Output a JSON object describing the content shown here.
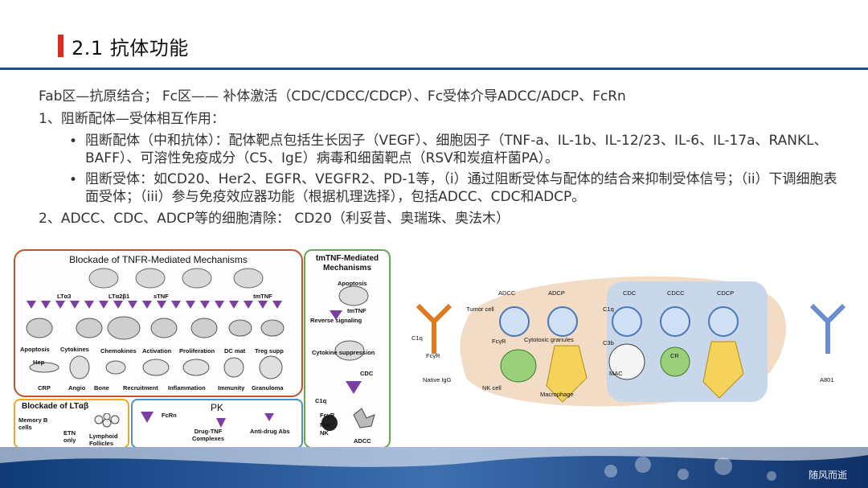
{
  "header": {
    "title": "2.1  抗体功能"
  },
  "content": {
    "line1": "Fab区—抗原结合；  Fc区—— 补体激活（CDC/CDCC/CDCP）、Fc受体介导ADCC/ADCP、FcRn",
    "line2": "1、阻断配体—受体相互作用：",
    "bullet1": "阻断配体（中和抗体）：配体靶点包括生长因子（VEGF）、细胞因子（TNF-a、IL-1b、IL-12/23、IL-6、IL-17a、RANKL、BAFF）、可溶性免疫成分（C5、IgE）病毒和细菌靶点（RSV和炭疽杆菌PA）。",
    "bullet2": "阻断受体：如CD20、Her2、EGFR、VEGFR2、PD-1等，（i）通过阻断受体与配体的结合来抑制受体信号；（ii）下调细胞表面受体；（iii）参与免疫效应器功能（根据机理选择），包括ADCC、CDC和ADCP。",
    "line3": "2、ADCC、CDC、ADCP等的细胞清除： CD20（利妥昔、奥瑞珠、奥法木）"
  },
  "figure_left": {
    "tnfr_title": "Blockade of TNFR-Mediated Mechanisms",
    "ligands": [
      "LTα3",
      "LTα2β1",
      "sTNF",
      "tmTNF"
    ],
    "row1": [
      "Apoptosis",
      "Cytokines",
      "Chemokines",
      "Activation",
      "Proliferation",
      "DC mat",
      "Treg supp"
    ],
    "row2": [
      "Hep",
      "CRP",
      "Angio",
      "Bone",
      "Recruitment",
      "Inflammation",
      "Immunity",
      "Granuloma"
    ],
    "tm_title": "tmTNF-Mediated Mechanisms",
    "tm_labels": [
      "Apoptosis",
      "tmTNF",
      "Reverse signaling",
      "Cytokine suppression",
      "CDC",
      "C1q",
      "FcγR",
      "Mac",
      "NK",
      "ADCC"
    ],
    "lt_title": "Blockade of LTαβ",
    "lt_labels": [
      "Memory B cells",
      "ETN only",
      "Lymphoid Follicles"
    ],
    "pk_title": "PK",
    "pk_labels": [
      "FcRn",
      "Drug-TNF Complexes",
      "Anti-drug Abs"
    ]
  },
  "figure_right": {
    "labels": [
      "ADCC",
      "ADCP",
      "CDC",
      "CDCC",
      "CDCP",
      "Tumor cell",
      "C1q",
      "C1q",
      "FcγR",
      "FcγR",
      "Cytotoxic granules",
      "C3b",
      "CR",
      "MAC",
      "NK cell",
      "Macrophage",
      "Native IgG",
      "A801"
    ]
  },
  "footer": {
    "watermark": "随风而逝"
  },
  "colors": {
    "accent_red": "#e0281d",
    "rule_blue": "#1f4e8c",
    "tnfr_border": "#c2522a",
    "tm_border": "#6aa84f",
    "lt_border": "#f0a81e",
    "pk_border": "#4a90c2"
  }
}
